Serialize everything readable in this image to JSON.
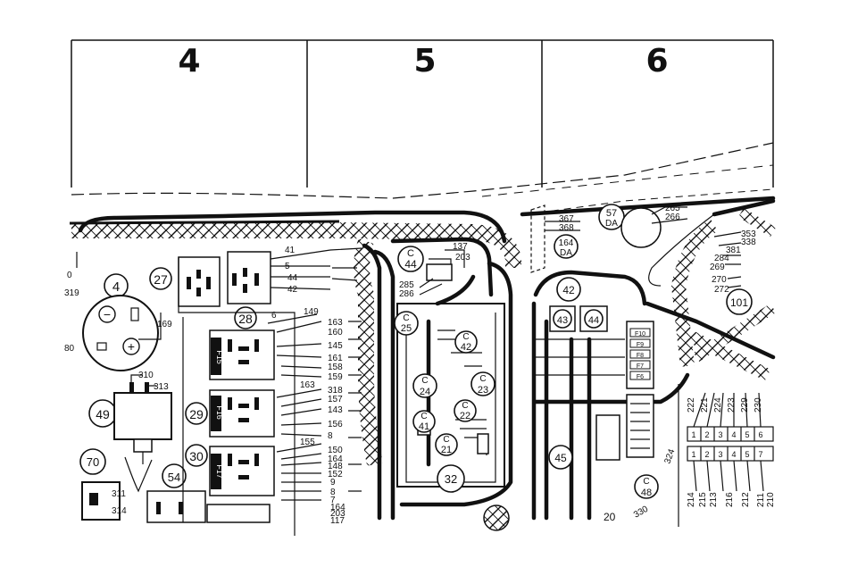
{
  "zones": [
    "4",
    "5",
    "6"
  ],
  "components": [
    {
      "id": "c4",
      "label": "4"
    },
    {
      "id": "c27",
      "label": "27"
    },
    {
      "id": "c28",
      "label": "28"
    },
    {
      "id": "c29",
      "label": "29"
    },
    {
      "id": "c30",
      "label": "30"
    },
    {
      "id": "c49",
      "label": "49"
    },
    {
      "id": "c70",
      "label": "70"
    },
    {
      "id": "c54",
      "label": "54"
    },
    {
      "id": "c32",
      "label": "32"
    },
    {
      "id": "c42",
      "label": "42"
    },
    {
      "id": "c43",
      "label": "43"
    },
    {
      "id": "c44",
      "label": "44"
    },
    {
      "id": "c45",
      "label": "45"
    },
    {
      "id": "c101",
      "label": "101"
    },
    {
      "id": "c57",
      "label": "57"
    },
    {
      "id": "c164",
      "label": "164"
    }
  ],
  "connectors": [
    {
      "id": "cc44",
      "top": "C",
      "bottom": "44"
    },
    {
      "id": "cc25",
      "top": "C",
      "bottom": "25"
    },
    {
      "id": "cc24",
      "top": "C",
      "bottom": "24"
    },
    {
      "id": "cc41",
      "top": "C",
      "bottom": "41"
    },
    {
      "id": "cc21",
      "top": "C",
      "bottom": "21"
    },
    {
      "id": "cc22",
      "top": "C",
      "bottom": "22"
    },
    {
      "id": "cc23",
      "top": "C",
      "bottom": "23"
    },
    {
      "id": "cc42",
      "top": "C",
      "bottom": "42"
    },
    {
      "id": "cc48",
      "top": "C",
      "bottom": "48"
    }
  ],
  "da_units": [
    {
      "id": "da57",
      "number": "57",
      "suffix": "DA"
    },
    {
      "id": "da164",
      "number": "164",
      "suffix": "DA"
    }
  ],
  "fuses": [
    "F15",
    "F16",
    "F17"
  ],
  "wire_numbers": {
    "relay27": [
      "41",
      "5",
      "44",
      "42"
    ],
    "relay28": [
      "149",
      "163",
      "160",
      "145",
      "161",
      "158",
      "159"
    ],
    "relay29": [
      "163",
      "318",
      "157",
      "143",
      "156",
      "8"
    ],
    "relay30": [
      "155",
      "150",
      "164",
      "148",
      "152",
      "9",
      "8",
      "7",
      "164",
      "203",
      "117"
    ],
    "misc_left": [
      "6",
      "310",
      "313",
      "311",
      "314",
      "319",
      "169",
      "0",
      "80"
    ],
    "center": [
      "137",
      "203",
      "285",
      "286"
    ],
    "top_right": [
      "367",
      "368",
      "265",
      "266",
      "353",
      "338",
      "381",
      "284",
      "269",
      "270",
      "272"
    ],
    "bottom_right": [
      "324",
      "330",
      "20"
    ],
    "terminal_headers": [
      "222",
      "221",
      "224",
      "223",
      "229",
      "230"
    ],
    "terminal_footers": [
      "214",
      "215",
      "213",
      "216",
      "212",
      "211",
      "210"
    ],
    "terminal_cells": [
      "1",
      "2",
      "3",
      "4",
      "5",
      "6",
      "7"
    ]
  },
  "fuse_block_labels": [
    "F10",
    "F9",
    "F8",
    "F7",
    "F6"
  ],
  "symbols": {
    "minus": "−",
    "plus": "+"
  }
}
